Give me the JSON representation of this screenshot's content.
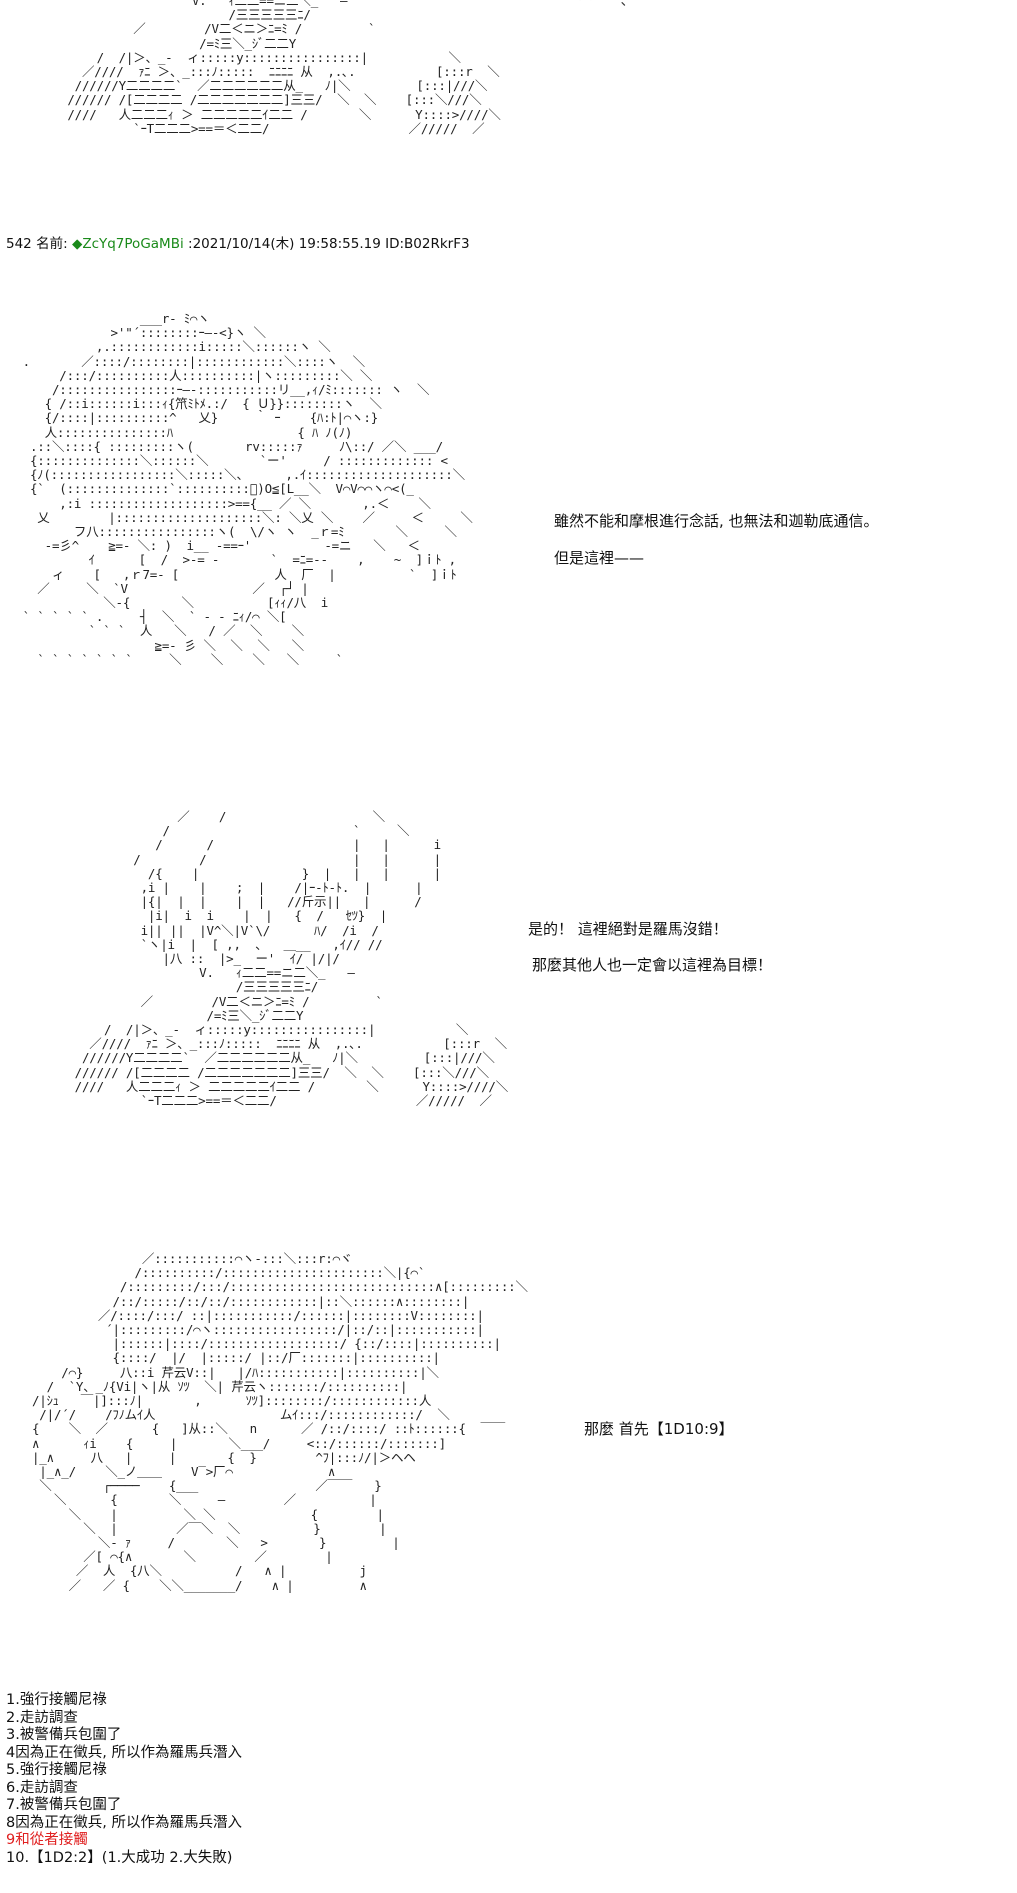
{
  "post": {
    "number": "542",
    "name_label": "名前:",
    "trip": "◆ZcYq7PoGaMBi",
    "datetime": ":2021/10/14(木) 19:58:55.19",
    "id": "ID:B02RkrF3"
  },
  "dialogue": {
    "line1": "雖然不能和摩根進行念話, 也無法和迦勒底通信。",
    "line2": "但是這裡——",
    "line3": "是的！ 這裡絕對是羅馬沒錯！",
    "line4": "那麼其他人也一定會以這裡為目標！",
    "line5": "那麼 首先【1D10:9】"
  },
  "choices": [
    "1.強行接觸尼祿",
    "2.走訪調查",
    "3.被警備兵包圍了",
    "4因為正在徵兵, 所以作為羅馬兵潛入",
    "5.強行接觸尼祿",
    "6.走訪調查",
    "7.被警備兵包圍了",
    "8因為正在徵兵, 所以作為羅馬兵潛入",
    "9和從者接觸",
    "10.【1D2:2】(1.大成功 2.大失敗)"
  ],
  "highlight_choice_index": 8,
  "colors": {
    "trip": "#1a8a1a",
    "highlight": "#e02020"
  }
}
